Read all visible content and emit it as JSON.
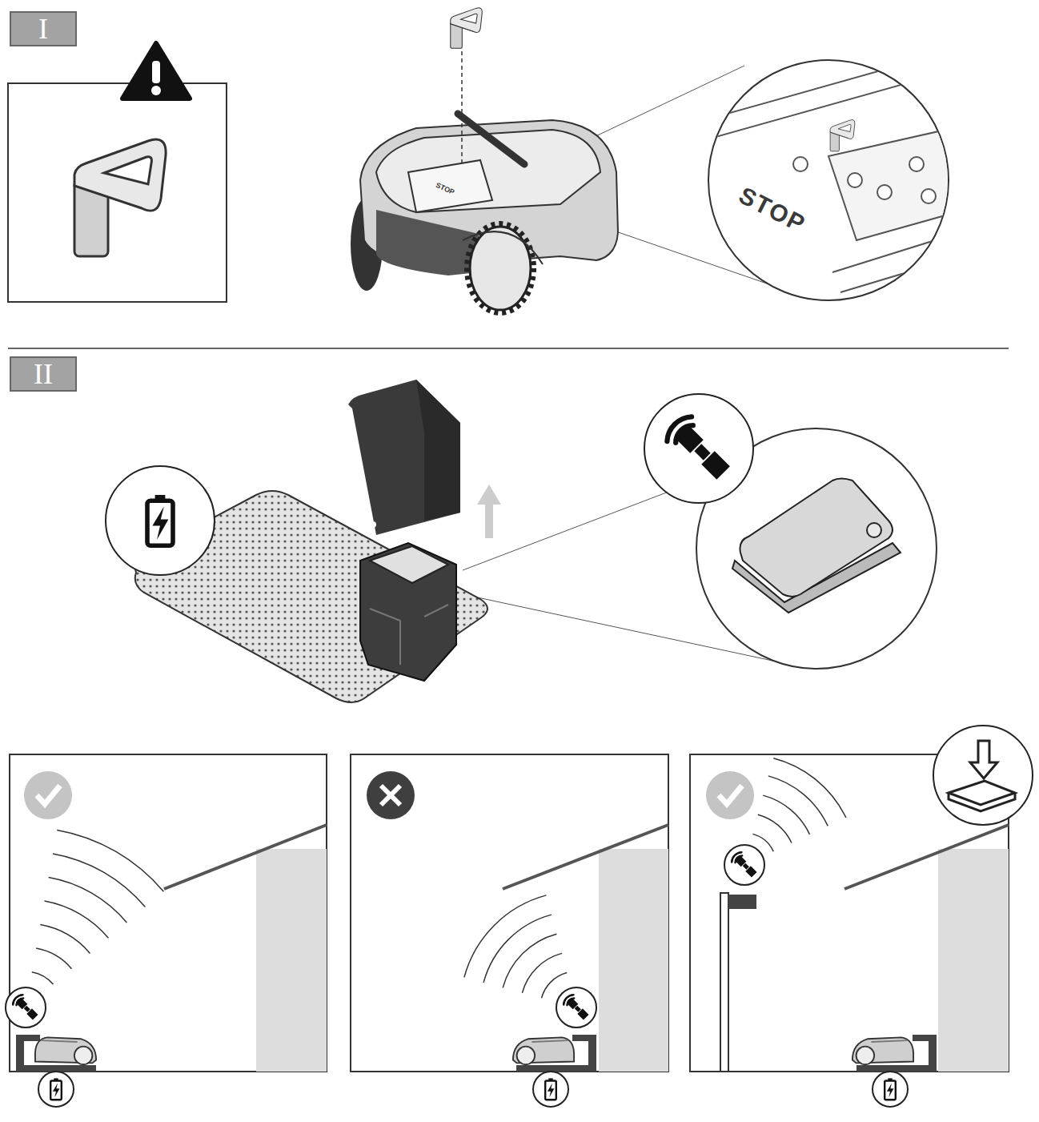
{
  "diagram": {
    "nodes": [
      {
        "text": [
          "I"
        ]
      },
      {
        "text": [
          "II"
        ]
      }
    ],
    "labels": [
      "STOP",
      "STOP"
    ]
  }
}
